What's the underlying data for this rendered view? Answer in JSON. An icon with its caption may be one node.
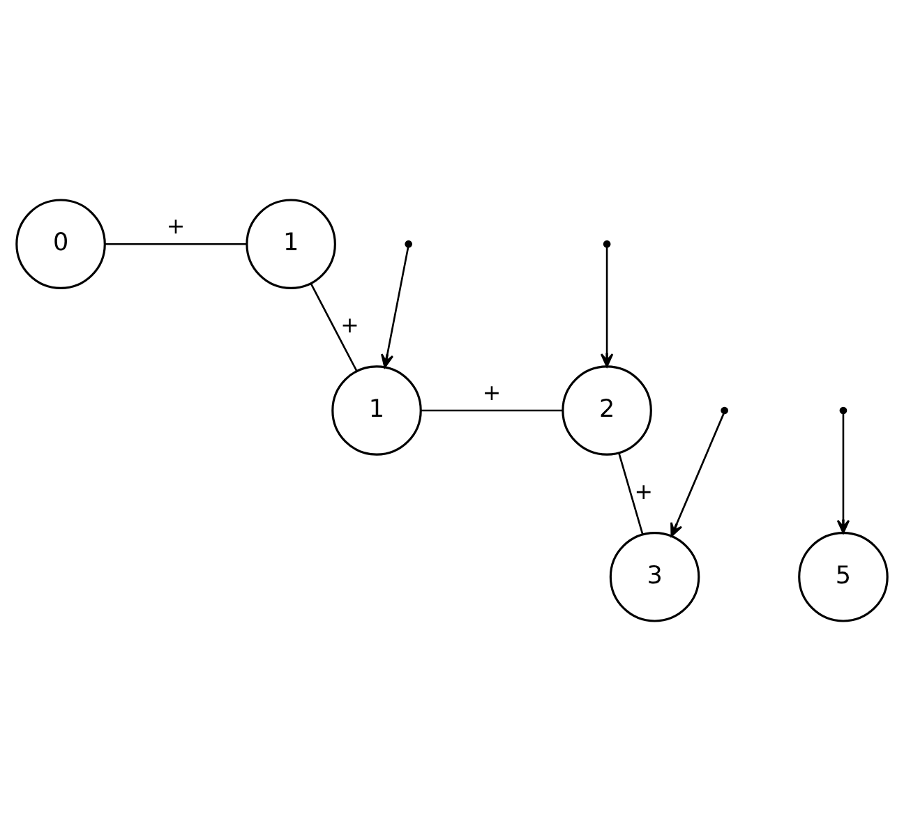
{
  "diagram": {
    "nodes": [
      {
        "text": [
          "0"
        ]
      },
      {
        "text": [
          "1"
        ]
      },
      {
        "text": [
          "1"
        ]
      },
      {
        "text": [
          "2"
        ]
      },
      {
        "text": [
          "3"
        ]
      },
      {
        "text": [
          "5"
        ]
      }
    ],
    "edges": [
      {
        "from": 0,
        "to": 1,
        "arrow": "none",
        "label": "+"
      },
      {
        "from": null,
        "to": 2,
        "arrow": "to"
      },
      {
        "from": 1,
        "to": 2,
        "arrow": "none",
        "label": "+"
      },
      {
        "from": null,
        "to": 3,
        "arrow": "to"
      },
      {
        "from": 2,
        "to": 3,
        "arrow": "none",
        "label": "+"
      },
      {
        "from": null,
        "to": 4,
        "arrow": "to"
      },
      {
        "from": 3,
        "to": 4,
        "arrow": "none",
        "label": "+"
      },
      {
        "from": null,
        "to": 5,
        "arrow": "to"
      }
    ]
  }
}
